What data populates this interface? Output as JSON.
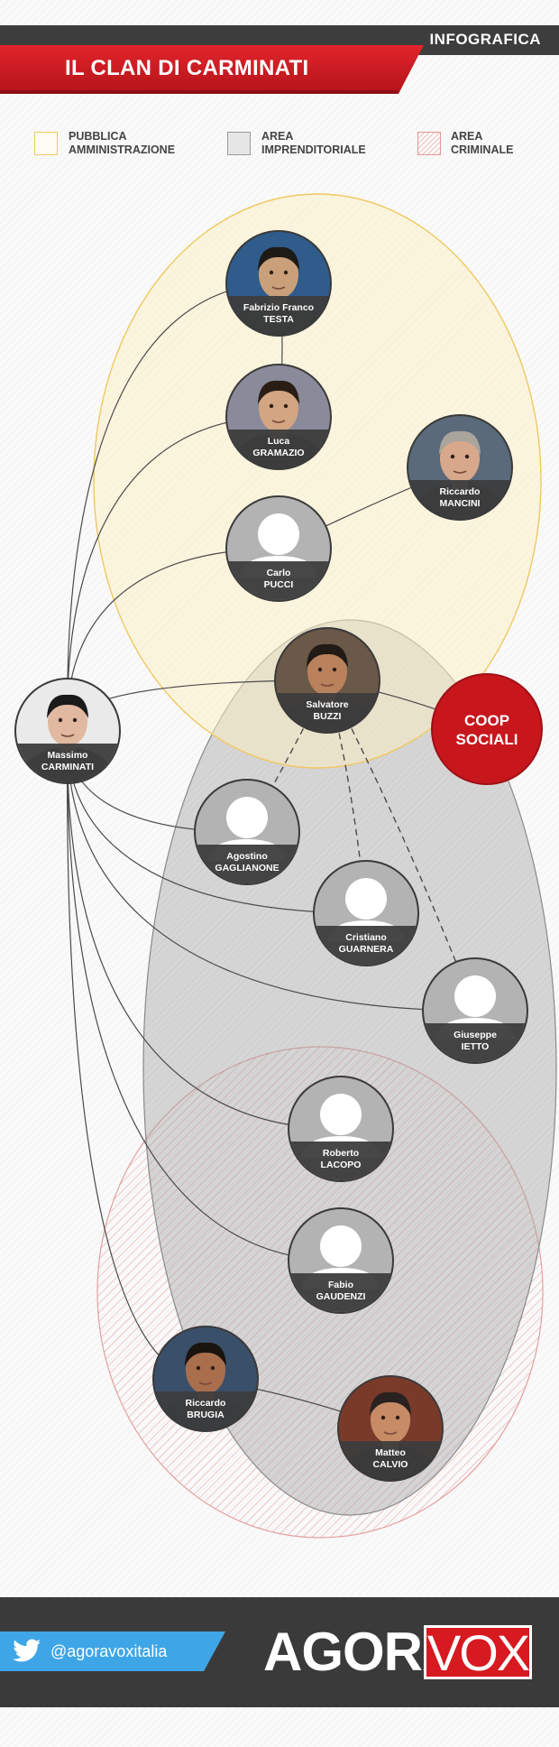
{
  "header": {
    "tag": "INFOGRAFICA",
    "title": "IL CLAN DI CARMINATI"
  },
  "legend": [
    {
      "line1": "PUBBLICA",
      "line2": "AMMINISTRAZIONE",
      "color": "#f0c860"
    },
    {
      "line1": "AREA",
      "line2": "IMPRENDITORIALE",
      "color": "#9a9a9a"
    },
    {
      "line1": "AREA",
      "line2": "CRIMINALE",
      "color": "#e59595"
    }
  ],
  "people": [
    {
      "id": "testa",
      "first": "Fabrizio Franco",
      "last": "TESTA",
      "photo": true
    },
    {
      "id": "gramazio",
      "first": "Luca",
      "last": "GRAMAZIO",
      "photo": true
    },
    {
      "id": "mancini",
      "first": "Riccardo",
      "last": "MANCINI",
      "photo": true
    },
    {
      "id": "pucci",
      "first": "Carlo",
      "last": "PUCCI",
      "photo": false
    },
    {
      "id": "buzzi",
      "first": "Salvatore",
      "last": "BUZZI",
      "photo": true
    },
    {
      "id": "carminati",
      "first": "Massimo",
      "last": "CARMINATI",
      "photo": true
    },
    {
      "id": "gaglianone",
      "first": "Agostino",
      "last": "GAGLIANONE",
      "photo": false
    },
    {
      "id": "guarnera",
      "first": "Cristiano",
      "last": "GUARNERA",
      "photo": false
    },
    {
      "id": "ietto",
      "first": "Giuseppe",
      "last": "IETTO",
      "photo": false
    },
    {
      "id": "lacopo",
      "first": "Roberto",
      "last": "LACOPO",
      "photo": false
    },
    {
      "id": "gaudenzi",
      "first": "Fabio",
      "last": "GAUDENZI",
      "photo": false
    },
    {
      "id": "brugia",
      "first": "Riccardo",
      "last": "BRUGIA",
      "photo": true
    },
    {
      "id": "calvio",
      "first": "Matteo",
      "last": "CALVIO",
      "photo": true
    }
  ],
  "coop": {
    "line1": "COOP",
    "line2": "SOCIALI",
    "color": "#c8161d"
  },
  "links": [
    {
      "from": "carminati",
      "to": "testa",
      "style": "solid"
    },
    {
      "from": "carminati",
      "to": "gramazio",
      "style": "solid"
    },
    {
      "from": "carminati",
      "to": "pucci",
      "style": "solid"
    },
    {
      "from": "carminati",
      "to": "buzzi",
      "style": "solid"
    },
    {
      "from": "carminati",
      "to": "gaglianone",
      "style": "solid"
    },
    {
      "from": "carminati",
      "to": "guarnera",
      "style": "solid"
    },
    {
      "from": "carminati",
      "to": "ietto",
      "style": "solid"
    },
    {
      "from": "carminati",
      "to": "lacopo",
      "style": "solid"
    },
    {
      "from": "carminati",
      "to": "gaudenzi",
      "style": "solid"
    },
    {
      "from": "carminati",
      "to": "brugia",
      "style": "solid"
    },
    {
      "from": "testa",
      "to": "gramazio",
      "style": "solid"
    },
    {
      "from": "pucci",
      "to": "mancini",
      "style": "solid"
    },
    {
      "from": "buzzi",
      "to": "coop",
      "style": "solid"
    },
    {
      "from": "brugia",
      "to": "calvio",
      "style": "solid"
    },
    {
      "from": "buzzi",
      "to": "gaglianone",
      "style": "dashed"
    },
    {
      "from": "buzzi",
      "to": "guarnera",
      "style": "dashed"
    },
    {
      "from": "buzzi",
      "to": "ietto",
      "style": "dashed"
    }
  ],
  "footer": {
    "twitter_handle": "@agoravoxitalia",
    "logo_left": "AGORA",
    "logo_right": "VOX",
    "accent": "#d71920",
    "twitter_color": "#3ea6e6"
  }
}
